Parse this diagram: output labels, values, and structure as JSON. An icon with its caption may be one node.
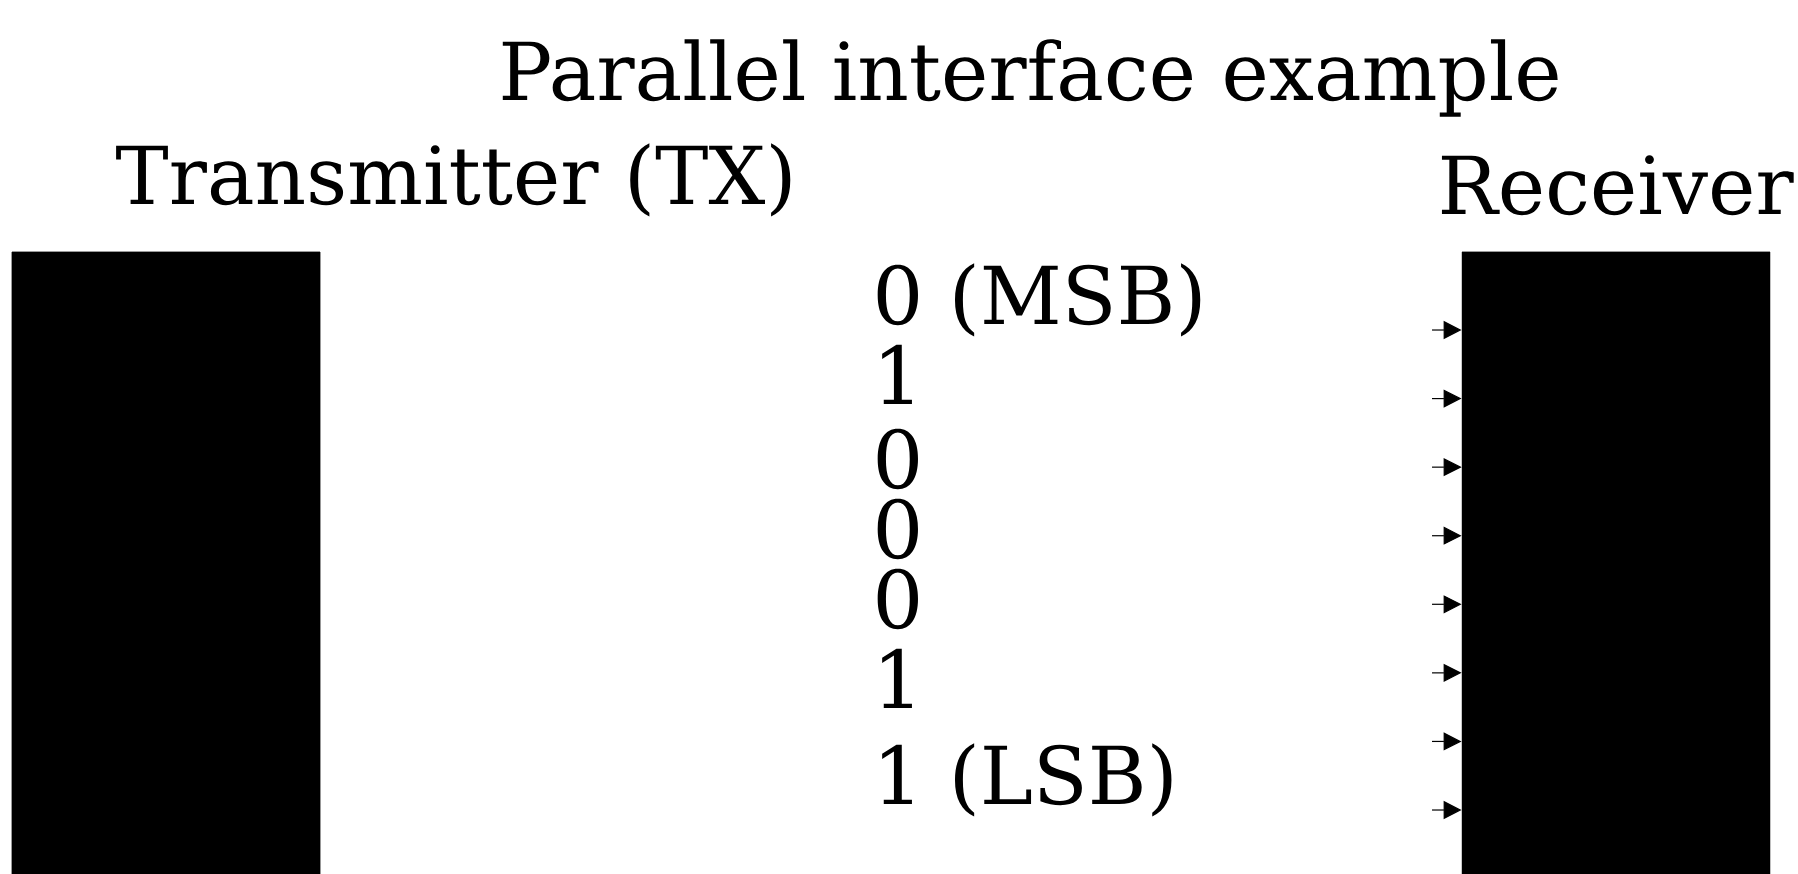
{
  "diagram": {
    "title": "Parallel interface example",
    "nodes": [
      {
        "text": [
          "Transmitter (TX)"
        ]
      },
      {
        "text": [
          "Receiver"
        ]
      }
    ],
    "edges": [
      {
        "from": null,
        "to": 1,
        "arrow": "to"
      },
      {
        "from": null,
        "to": 1,
        "arrow": "to"
      },
      {
        "from": null,
        "to": 1,
        "arrow": "to"
      },
      {
        "from": null,
        "to": 1,
        "arrow": "to"
      },
      {
        "from": null,
        "to": 1,
        "arrow": "to"
      },
      {
        "from": null,
        "to": 1,
        "arrow": "to"
      },
      {
        "from": null,
        "to": 1,
        "arrow": "to"
      },
      {
        "from": null,
        "to": 1,
        "arrow": "to"
      }
    ],
    "labels": [
      "0 (MSB)",
      "1",
      "0",
      "0",
      "0",
      "1",
      "1 (LSB)"
    ]
  }
}
